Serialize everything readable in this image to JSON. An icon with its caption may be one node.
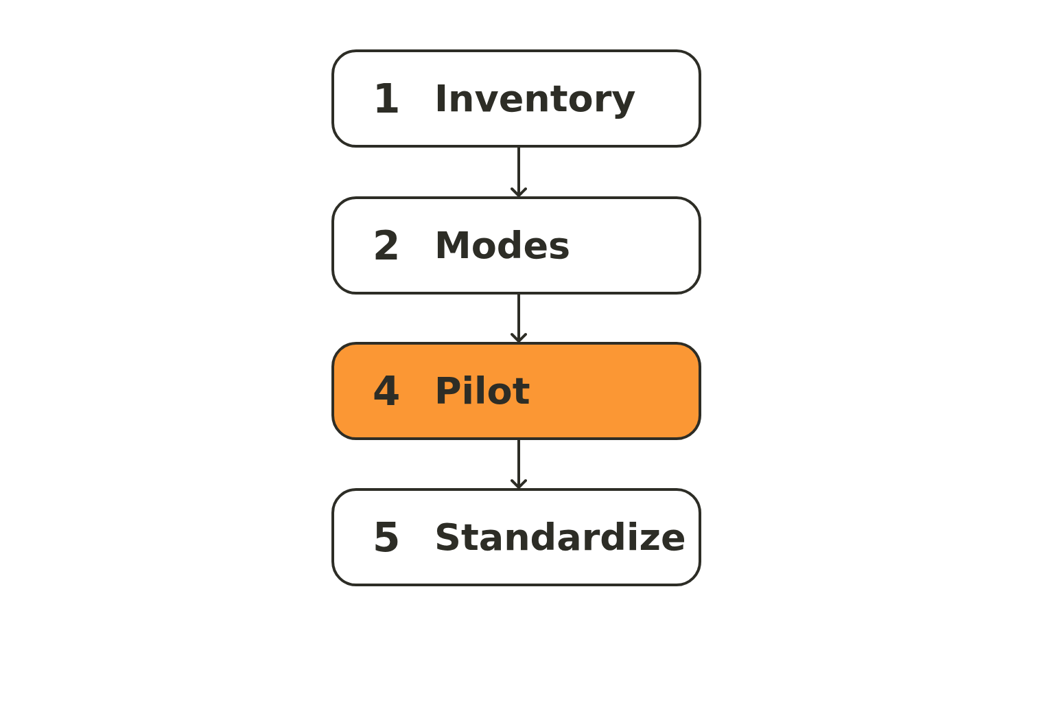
{
  "diagram": {
    "nodes": [
      {
        "text": [
          "1",
          "Inventory"
        ]
      },
      {
        "text": [
          "2",
          "Modes"
        ]
      },
      {
        "text": [
          "4",
          "Pilot"
        ]
      },
      {
        "text": [
          "5",
          "Standardize"
        ]
      }
    ],
    "edges": [
      {
        "from": 0,
        "to": 1,
        "arrow": "to"
      },
      {
        "from": 1,
        "to": 2,
        "arrow": "to"
      },
      {
        "from": 2,
        "to": 3,
        "arrow": "to"
      }
    ]
  }
}
